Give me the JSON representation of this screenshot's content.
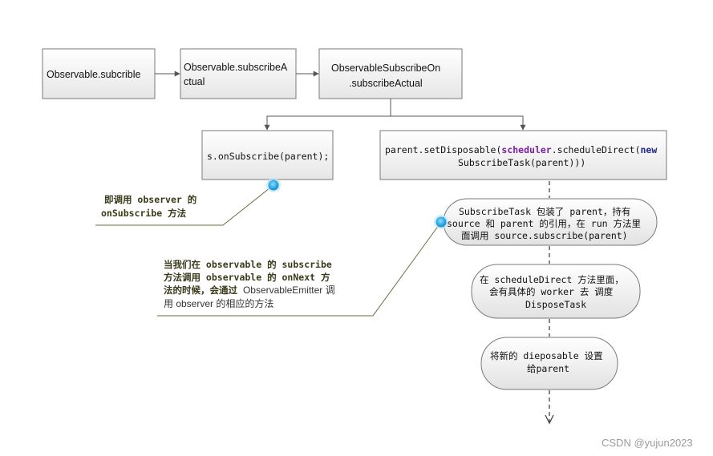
{
  "boxes": {
    "subscrible": "Observable.subcrible",
    "subscribe_actual_1": "Observable.subscribeA",
    "subscribe_actual_2": "ctual",
    "subscribe_on_1": "ObservableSubscribeOn",
    "subscribe_on_2": ".subscribeActual",
    "on_subscribe": "s.onSubscribe(parent);",
    "set_disposable_1_pre": "parent.setDisposable(",
    "set_disposable_1_kw": "scheduler",
    "set_disposable_1_mid": ".scheduleDirect(",
    "set_disposable_1_new": "new",
    "set_disposable_2": "SubscribeTask(parent)))"
  },
  "flow": {
    "step1_line1": "SubscribeTask 包装了 parent，持有",
    "step1_line2": "source 和 parent 的引用，在 run 方法里",
    "step1_line3": "面调用 source.subscribe(parent)",
    "step2_line1": "在 scheduleDirect 方法里面，",
    "step2_line2": "会有具体的 worker 去 调度",
    "step2_line3": "DisposeTask",
    "step3_line1": "将新的 dieposable 设置",
    "step3_line2": "给parent"
  },
  "notes": {
    "note1_line1": "即调用 observer 的",
    "note1_line2": "onSubscribe 方法",
    "note2_line1": "当我们在 observable 的 subscribe",
    "note2_line2": "方法调用 observable 的 onNext 方",
    "note2_line3_a": "法的时候，会通过 ",
    "note2_line3_b": "ObservableEmitter 调",
    "note2_line4": "用 observer 的相应的方法"
  },
  "watermark": "CSDN @yujun2023",
  "colors": {
    "connector": "#6b6b3a",
    "marker": "#3fb0ea",
    "arrow": "#555555"
  }
}
